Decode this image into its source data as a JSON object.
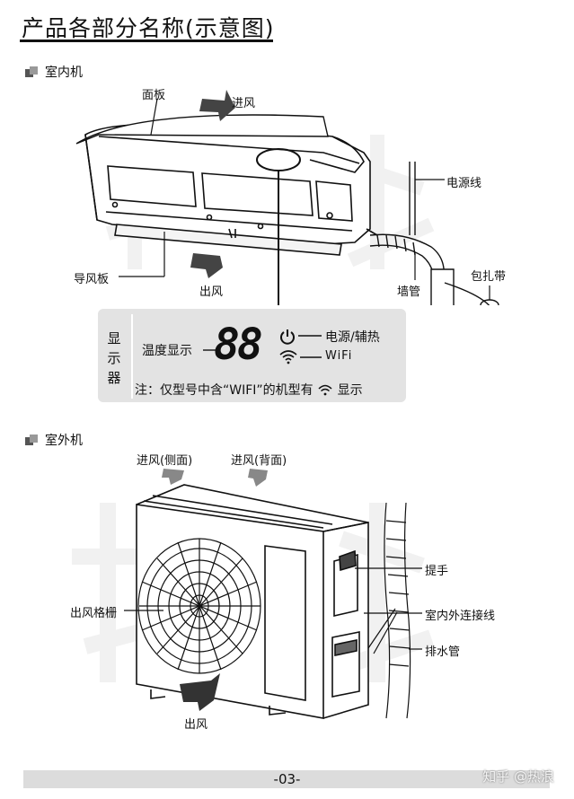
{
  "page_title": "产品各部分名称(示意图)",
  "indoor": {
    "section_label": "室内机",
    "labels": {
      "panel": "面板",
      "air_in": "进风",
      "power_cord": "电源线",
      "louver": "导风板",
      "air_out": "出风",
      "wall_pipe": "墙管",
      "tape": "包扎带"
    },
    "display": {
      "title": "显示器",
      "temp_label": "温度显示",
      "digits": "88",
      "power_label": "电源/辅热",
      "wifi_label": "WiFi",
      "note_prefix": "注：仅型号中含“WIFI”的机型有",
      "note_suffix": "显示"
    }
  },
  "outdoor": {
    "section_label": "室外机",
    "labels": {
      "air_in_side": "进风(侧面)",
      "air_in_back": "进风(背面)",
      "handle": "提手",
      "grille": "出风格栅",
      "connect_wire": "室内外连接线",
      "drain_pipe": "排水管",
      "air_out": "出风"
    }
  },
  "footer": {
    "page_number": "-03-",
    "credit": "知乎 @热浪"
  },
  "watermark_text": "热浪"
}
